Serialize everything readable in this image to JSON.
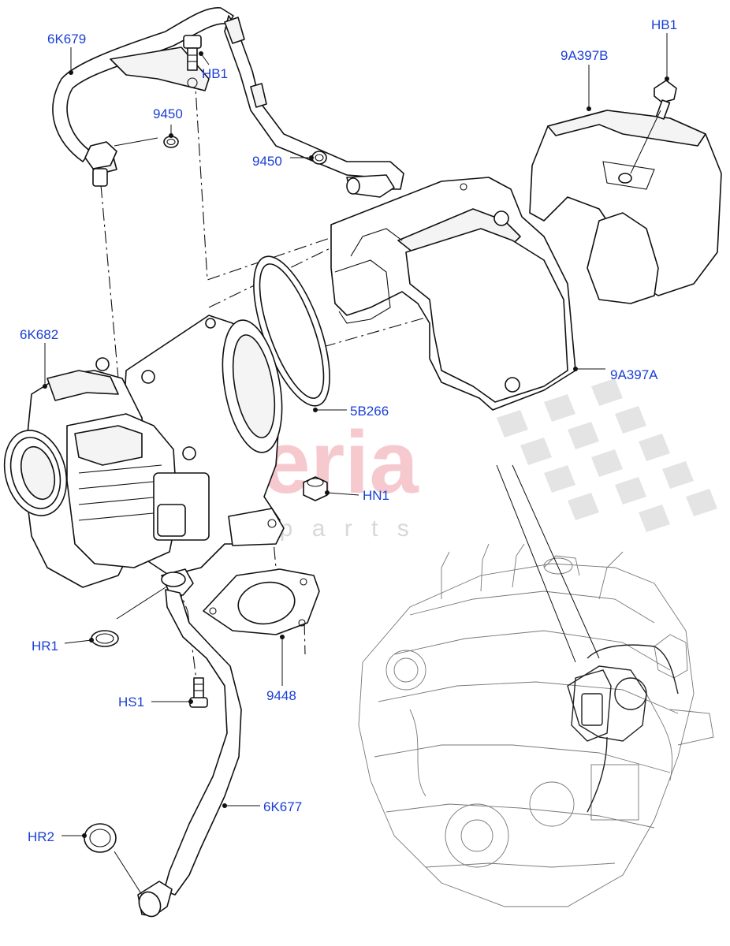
{
  "watermark": {
    "brand": "scuderia",
    "sub": "c a r   p a r t s",
    "color": "#f4b8bf",
    "checker_color": "#e4e4e4"
  },
  "callout_color": "#1a3fd6",
  "callouts": [
    {
      "id": "6K679",
      "label": "6K679"
    },
    {
      "id": "HB1a",
      "label": "HB1"
    },
    {
      "id": "9450a",
      "label": "9450"
    },
    {
      "id": "9450b",
      "label": "9450"
    },
    {
      "id": "9A397B",
      "label": "9A397B"
    },
    {
      "id": "HB1b",
      "label": "HB1"
    },
    {
      "id": "6K682",
      "label": "6K682"
    },
    {
      "id": "5B266",
      "label": "5B266"
    },
    {
      "id": "9A397A",
      "label": "9A397A"
    },
    {
      "id": "HN1",
      "label": "HN1"
    },
    {
      "id": "HR1",
      "label": "HR1"
    },
    {
      "id": "9448",
      "label": "9448"
    },
    {
      "id": "HS1",
      "label": "HS1"
    },
    {
      "id": "6K677",
      "label": "6K677"
    },
    {
      "id": "HR2",
      "label": "HR2"
    }
  ]
}
